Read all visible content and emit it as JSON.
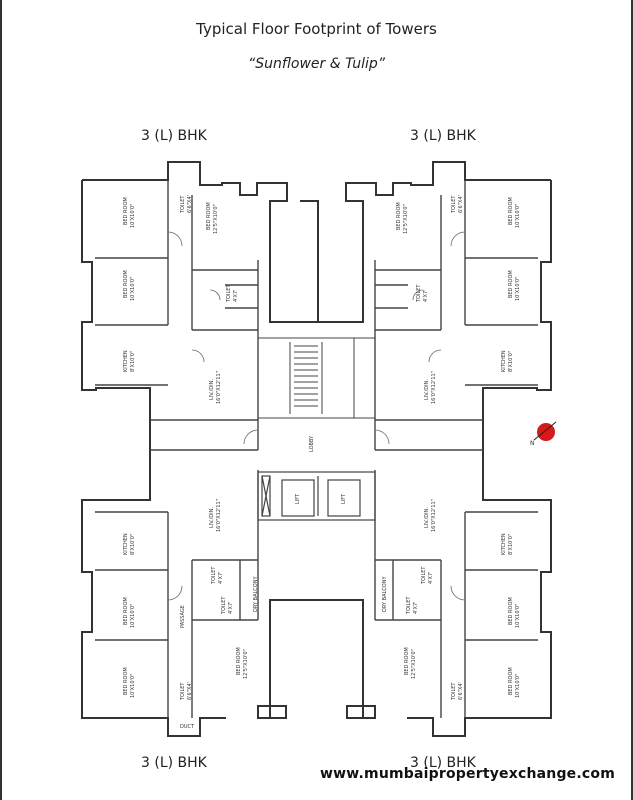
{
  "title": "Typical Floor Footprint of Towers",
  "subtitle": "“Sunflower &  Tulip”",
  "unit_labels": {
    "top_left": "3 (L) BHK",
    "top_right": "3 (L) BHK",
    "bottom_left": "3 (L) BHK",
    "bottom_right": "3 (L) BHK"
  },
  "rooms": {
    "bedroom_a": "BED ROOM",
    "bedroom_a_size": "10'X10'0\"",
    "bedroom_b": "BED ROOM",
    "bedroom_b_size": "12'5\"X10'0\"",
    "bedroom_c": "BED ROOM",
    "bedroom_c_size": "10'X10'0\"",
    "toilet": "TOILET",
    "toilet_size_a": "6'6\"X4'",
    "toilet_size_b": "4'X7'",
    "kitchen": "KITCHEN",
    "kitchen_size": "8'X10'0\"",
    "living": "LIV./DIN.",
    "living_size": "16'0\"X12'11\"",
    "lobby": "LOBBY",
    "lift": "LIFT",
    "passage": "PASSAGE",
    "dry_balcony": "DRY BALCONY",
    "duct": "DUCT"
  },
  "north_marker": "N",
  "website": "www.mumbaipropertyexchange.com",
  "colors": {
    "north_marker": "#d61a1a",
    "wall": "#333333"
  }
}
